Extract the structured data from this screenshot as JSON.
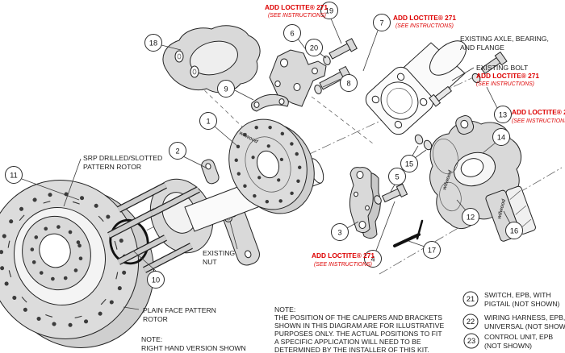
{
  "callouts": {
    "c1": "1",
    "c2": "2",
    "c3": "3",
    "c4": "4",
    "c5": "5",
    "c6": "6",
    "c7": "7",
    "c8": "8",
    "c9": "9",
    "c10": "10",
    "c11": "11",
    "c12": "12",
    "c13": "13",
    "c14": "14",
    "c15": "15",
    "c16": "16",
    "c17": "17",
    "c18": "18",
    "c19": "19",
    "c20": "20"
  },
  "loctite": {
    "bold": "ADD LOCTITE® 271",
    "italic": "(SEE INSTRUCTIONS)"
  },
  "labels": {
    "existing_axle_line1": "EXISTING AXLE, BEARING,",
    "existing_axle_line2": "AND FLANGE",
    "existing_bolt": "EXISTING BOLT",
    "existing_nut_line1": "EXISTING",
    "existing_nut_line2": "NUT",
    "srp_rotor_line1": "SRP DRILLED/SLOTTED",
    "srp_rotor_line2": "PATTERN ROTOR",
    "plain_rotor_line1": "PLAIN FACE PATTERN",
    "plain_rotor_line2": "ROTOR",
    "rh_note_line1": "NOTE:",
    "rh_note_line2": "RIGHT HAND VERSION SHOWN"
  },
  "position_note": {
    "line1": "NOTE:",
    "line2": "THE POSITION OF THE CALIPERS AND BRACKETS",
    "line3": "SHOWN IN THIS DIAGRAM ARE FOR ILLUSTRATIVE",
    "line4": "PURPOSES ONLY.  THE ACTUAL POSITIONS TO FIT",
    "line5": "A SPECIFIC APPLICATION WILL NEED TO BE",
    "line6": "DETERMINED BY THE INSTALLER OF THIS KIT."
  },
  "epb_legend": [
    {
      "num": "21",
      "line1": "SWITCH, EPB, WITH",
      "line2": "PIGTAIL (NOT SHOWN)"
    },
    {
      "num": "22",
      "line1": "WIRING HARNESS, EPB,",
      "line2": "UNIVERSAL (NOT SHOWN)"
    },
    {
      "num": "23",
      "line1": "CONTROL UNIT, EPB",
      "line2": "(NOT SHOWN)"
    }
  ],
  "brand": {
    "logo": "wilwood"
  },
  "colors": {
    "annotation_red": "#dd0000",
    "line": "#2a2a2a",
    "part_fill": "#d9d9d9"
  }
}
